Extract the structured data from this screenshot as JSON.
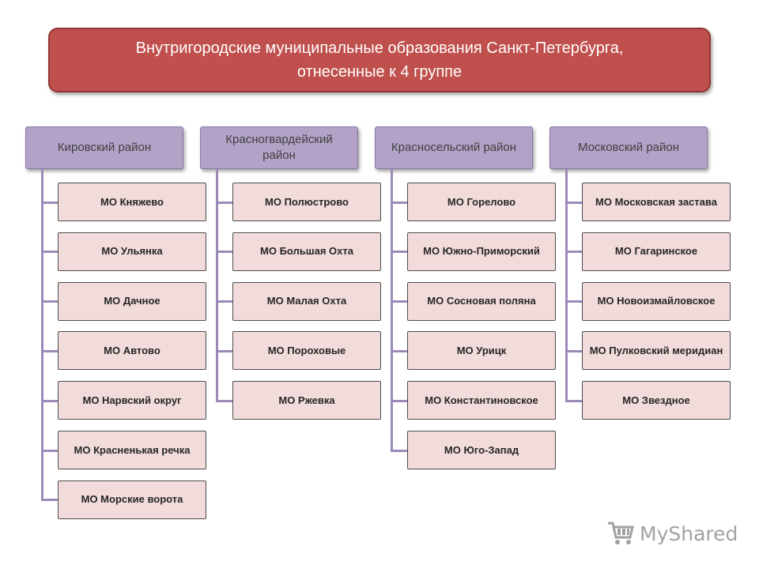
{
  "title": {
    "line1": "Внутригородские муниципальные образования Санкт-Петербурга,",
    "line2": "отнесенные к 4 группе"
  },
  "colors": {
    "title_bg": "#c0504d",
    "district_bg": "#b3a2c7",
    "mo_bg": "#f2dcdb",
    "connector": "#9b8ab8"
  },
  "districts": [
    {
      "name": "Кировский район",
      "items": [
        "МО Княжево",
        "МО Ульянка",
        "МО Дачное",
        "МО Автово",
        "МО Нарвский округ",
        "МО Красненькая речка",
        "МО Морские ворота"
      ]
    },
    {
      "name": "Красногвардейский район",
      "items": [
        "МО Полюстрово",
        "МО Большая Охта",
        "МО Малая Охта",
        "МО Пороховые",
        "МО Ржевка"
      ]
    },
    {
      "name": "Красносельский район",
      "items": [
        "МО Горелово",
        "МО Южно-Приморский",
        "МО Сосновая поляна",
        "МО Урицк",
        "МО Константиновское",
        "МО Юго-Запад"
      ]
    },
    {
      "name": "Московский район",
      "items": [
        "МО Московская застава",
        "МО Гагаринское",
        "МО Новоизмайловское",
        "МО Пулковский меридиан",
        "МО Звездное"
      ]
    }
  ],
  "watermark": {
    "text": "MyShared",
    "icon": "shopping-cart-icon"
  }
}
